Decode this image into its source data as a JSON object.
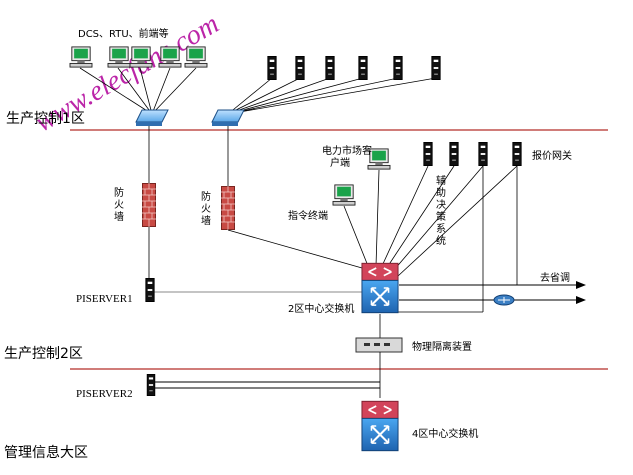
{
  "watermark": "www.elecfans.com",
  "zones": {
    "zone1": "生产控制1区",
    "zone2": "生产控制2区",
    "zone3": "管理信息大区"
  },
  "labels": {
    "dcs_rtu": "DCS、RTU、前端等",
    "firewall_left": "防火墙",
    "firewall_right": "防火墙",
    "power_market_line1": "电力市场客",
    "power_market_line2": "户端",
    "command_terminal": "指令终端",
    "decision_support": "辅助决策系统",
    "quote_gateway": "报价网关",
    "to_province": "去省调",
    "piserver1": "PISERVER1",
    "piserver2": "PISERVER2",
    "zone2_switch": "2区中心交换机",
    "isolation": "物理隔离装置",
    "zone4_switch": "4区中心交换机"
  },
  "colors": {
    "zone_line": "#c0504d",
    "link": "#000000",
    "switch_blue": "#2f7fc8",
    "firewall": "#b8423c",
    "router": "#3b7fc4"
  }
}
